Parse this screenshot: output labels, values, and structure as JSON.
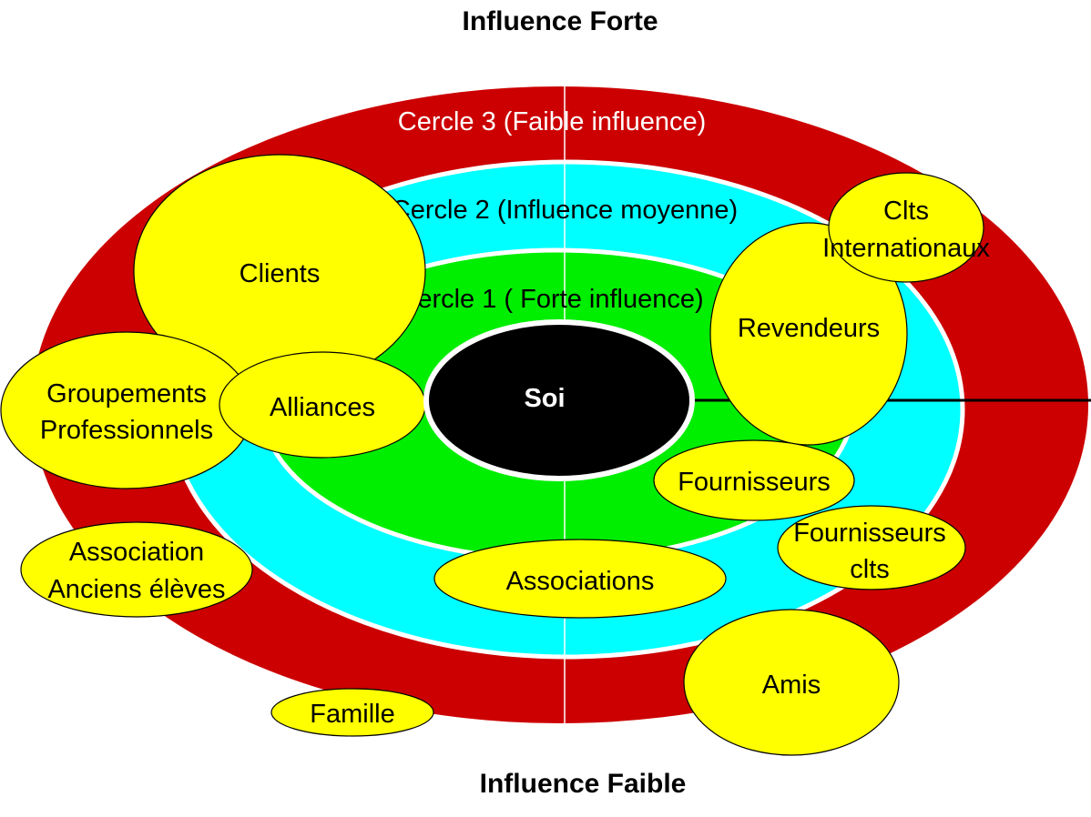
{
  "titles": {
    "top": "Influence Forte",
    "bottom": "Influence Faible"
  },
  "circles": {
    "outer": "Cercle 3 (Faible influence)",
    "middle": "Cercle 2 (Influence moyenne)",
    "inner": "Cercle 1 ( Forte influence)",
    "center": "Soi"
  },
  "nodes": {
    "clients": "Clients",
    "clts_line1": "Clts",
    "clts_line2": "Internationaux",
    "revendeurs": "Revendeurs",
    "groupements_line1": "Groupements",
    "groupements_line2": "Professionnels",
    "alliances": "Alliances",
    "fournisseurs": "Fournisseurs",
    "fournisseurs_clts_line1": "Fournisseurs",
    "fournisseurs_clts_line2": "clts",
    "association_line1": "Association",
    "association_line2": "Anciens élèves",
    "associations": "Associations",
    "amis": "Amis",
    "famille": "Famille"
  },
  "colors": {
    "outer": "#cc0000",
    "middle": "#00ffff",
    "inner": "#00ee00",
    "center": "#000000",
    "node": "#ffff00",
    "ring_border": "#ffffff",
    "outer_text": "#ffffff",
    "center_text": "#ffffff"
  }
}
